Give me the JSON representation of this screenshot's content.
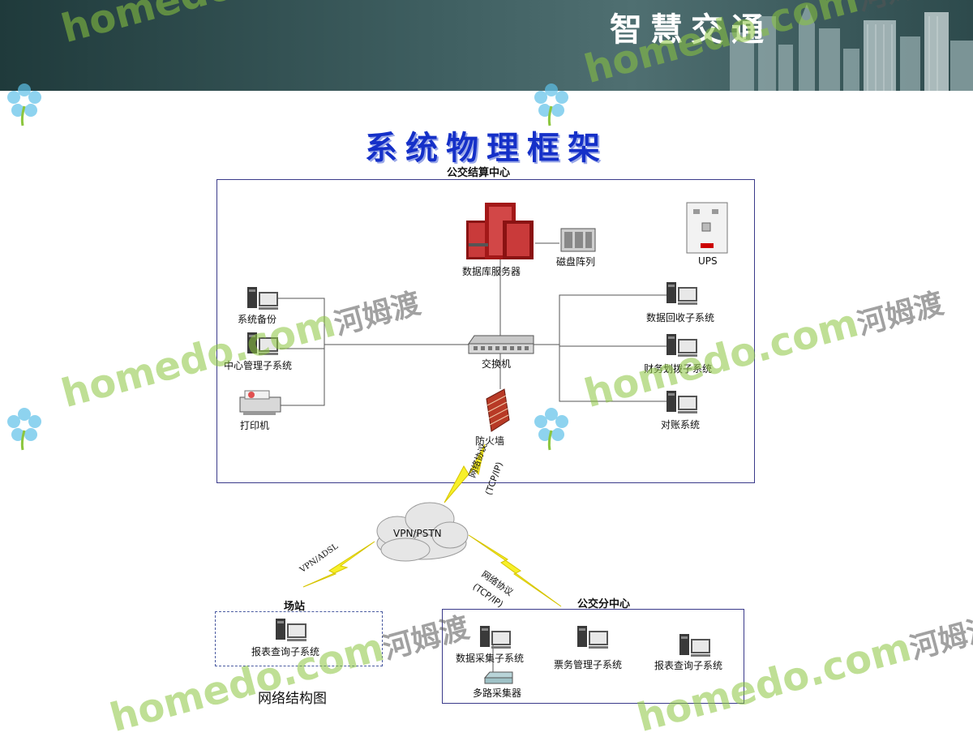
{
  "header": {
    "title": "智慧交通"
  },
  "slide": {
    "title": "系统物理框架"
  },
  "zones": {
    "center": "公交结算中心",
    "station": "场站",
    "branch": "公交分中心"
  },
  "nodes": {
    "db_server": "数据库服务器",
    "disk_array": "磁盘阵列",
    "ups": "UPS",
    "sys_backup": "系统备份",
    "center_mgmt": "中心管理子系统",
    "printer": "打印机",
    "switch": "交换机",
    "firewall": "防火墙",
    "data_recovery": "数据回收子系统",
    "finance": "财务划拨子系统",
    "reconcile": "对账系统",
    "cloud": "VPN/PSTN",
    "station_report": "报表查询子系统",
    "data_collect": "数据采集子系统",
    "multi_collector": "多路采集器",
    "ticket_mgmt": "票务管理子系统",
    "branch_report": "报表查询子系统"
  },
  "links": {
    "net_protocol": "网络协议",
    "tcpip": "(TCP/IP)",
    "vpn_adsl": "VPN/ADSL"
  },
  "caption": "网络结构图",
  "watermark": {
    "cn": "河姆渡",
    "en": "homedo.com"
  }
}
